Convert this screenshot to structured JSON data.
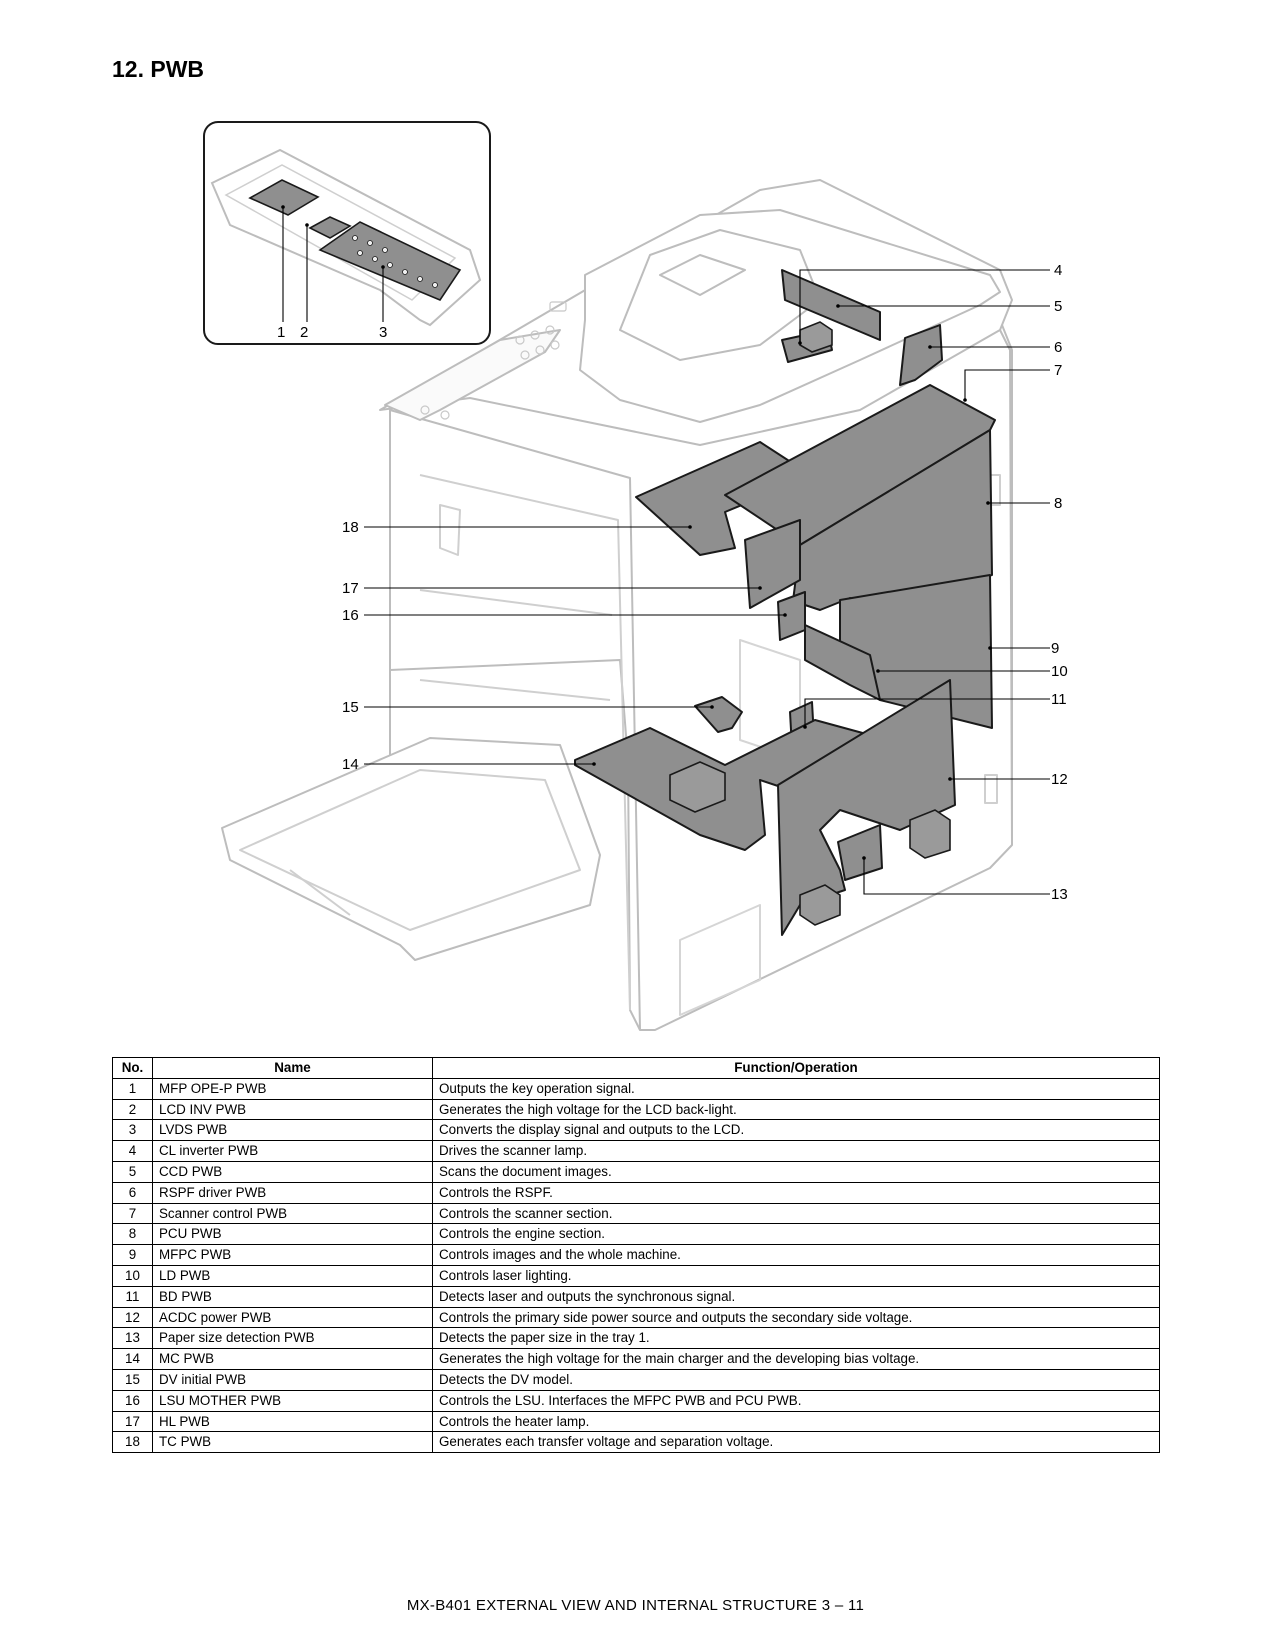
{
  "section_title": "12. PWB",
  "callouts": [
    "1",
    "2",
    "3",
    "4",
    "5",
    "6",
    "7",
    "8",
    "9",
    "10",
    "11",
    "12",
    "13",
    "14",
    "15",
    "16",
    "17",
    "18"
  ],
  "table": {
    "headers": {
      "no": "No.",
      "name": "Name",
      "function": "Function/Operation"
    },
    "rows": [
      {
        "no": "1",
        "name": "MFP OPE-P PWB",
        "function": "Outputs the key operation signal."
      },
      {
        "no": "2",
        "name": "LCD INV PWB",
        "function": "Generates the high voltage for the LCD back-light."
      },
      {
        "no": "3",
        "name": "LVDS PWB",
        "function": "Converts the display signal and outputs to the LCD."
      },
      {
        "no": "4",
        "name": "CL inverter PWB",
        "function": "Drives the scanner lamp."
      },
      {
        "no": "5",
        "name": "CCD PWB",
        "function": "Scans the document images."
      },
      {
        "no": "6",
        "name": "RSPF driver PWB",
        "function": "Controls the RSPF."
      },
      {
        "no": "7",
        "name": "Scanner control PWB",
        "function": "Controls the scanner section."
      },
      {
        "no": "8",
        "name": "PCU PWB",
        "function": "Controls the engine section."
      },
      {
        "no": "9",
        "name": "MFPC PWB",
        "function": "Controls images and the whole machine."
      },
      {
        "no": "10",
        "name": "LD PWB",
        "function": "Controls laser lighting."
      },
      {
        "no": "11",
        "name": "BD PWB",
        "function": "Detects laser and outputs the synchronous signal."
      },
      {
        "no": "12",
        "name": "ACDC power PWB",
        "function": "Controls the primary side power source and outputs the secondary side voltage."
      },
      {
        "no": "13",
        "name": "Paper size detection PWB",
        "function": "Detects the paper size in the tray 1."
      },
      {
        "no": "14",
        "name": "MC PWB",
        "function": "Generates the high voltage for the main charger and the developing bias voltage."
      },
      {
        "no": "15",
        "name": "DV initial PWB",
        "function": "Detects the DV model."
      },
      {
        "no": "16",
        "name": "LSU MOTHER PWB",
        "function": "Controls the LSU. Interfaces the MFPC PWB and PCU PWB."
      },
      {
        "no": "17",
        "name": "HL PWB",
        "function": "Controls the heater lamp."
      },
      {
        "no": "18",
        "name": "TC PWB",
        "function": "Generates each transfer voltage and separation voltage."
      }
    ]
  },
  "footer": "MX-B401  EXTERNAL VIEW AND INTERNAL STRUCTURE  3 – 11"
}
